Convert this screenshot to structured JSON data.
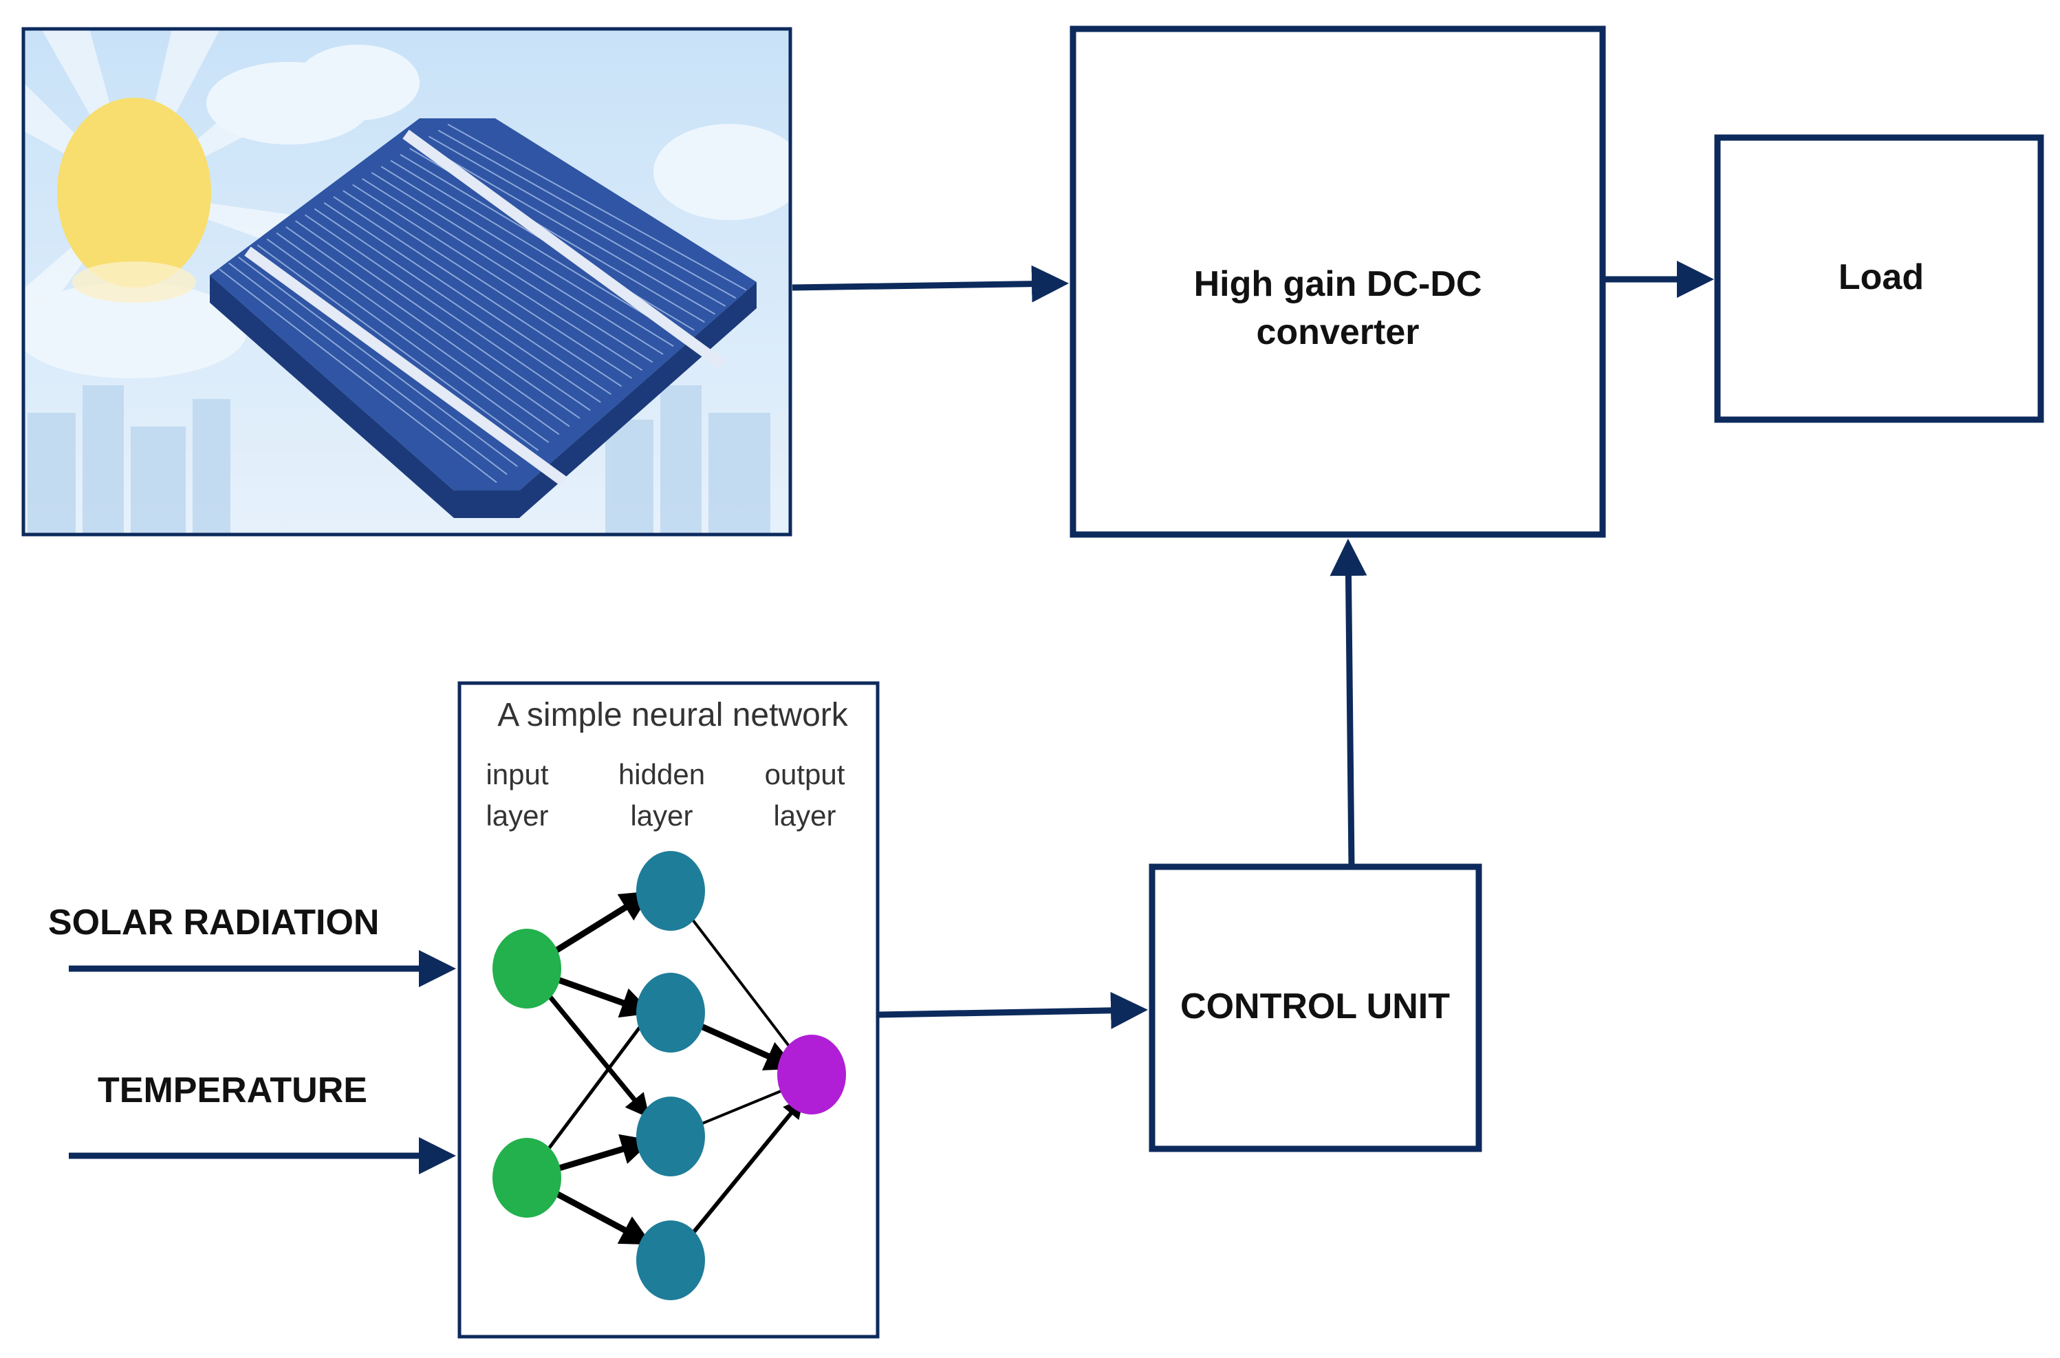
{
  "diagram": {
    "converter_label_line1": "High gain DC-DC",
    "converter_label_line2": "converter",
    "load_label": "Load",
    "control_unit_label": "CONTROL UNIT",
    "input_solar_radiation": "SOLAR RADIATION",
    "input_temperature": "TEMPERATURE",
    "neural_network": {
      "title": "A simple neural network",
      "input_layer_line1": "input",
      "input_layer_line2": "layer",
      "hidden_layer_line1": "hidden",
      "hidden_layer_line2": "layer",
      "output_layer_line1": "output",
      "output_layer_line2": "layer"
    },
    "colors": {
      "box_stroke": "#0d2a5c",
      "arrow": "#0d2a5c",
      "input_node": "#22b14c",
      "hidden_node": "#1e7d99",
      "output_node": "#b01fd6",
      "panel_blue": "#2f55a4",
      "sun": "#f7de6e",
      "sky": "#d7eafb"
    }
  }
}
